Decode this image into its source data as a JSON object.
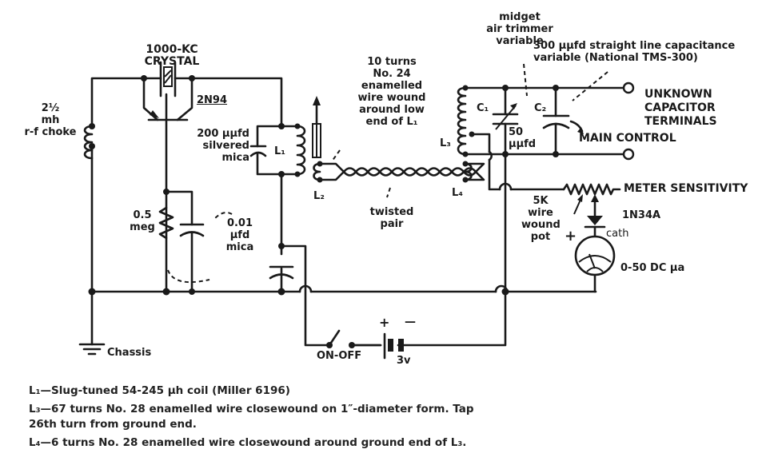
{
  "diagram": {
    "type": "circuit-schematic",
    "labels": {
      "crystal": "1000-KC CRYSTAL",
      "transistor": "2N94",
      "choke_1": "2½",
      "choke_2": "mh",
      "choke_3": "r-f choke",
      "cap200_1": "200 µµfd",
      "cap200_2": "silvered",
      "cap200_3": "mica",
      "l1": "L₁",
      "l2": "L₂",
      "l3": "L₃",
      "l4": "L₄",
      "link_1": "10 turns",
      "link_2": "No. 24",
      "link_3": "enamelled",
      "link_4": "wire wound",
      "link_5": "around low",
      "link_6": "end of L₁",
      "twisted_1": "twisted",
      "twisted_2": "pair",
      "trimmer_1": "midget",
      "trimmer_2": "air trimmer",
      "trimmer_3": "variable",
      "c2desc_1": "300 µµfd straight line capacitance",
      "c2desc_2": "variable (National TMS-300)",
      "c1": "C₁",
      "c2": "C₂",
      "c1_val_1": "50",
      "c1_val_2": "µµfd",
      "unknown_1": "UNKNOWN",
      "unknown_2": "CAPACITOR",
      "unknown_3": "TERMINALS",
      "main_control": "MAIN CONTROL",
      "meter_sens": "METER SENSITIVITY",
      "pot_1": "5K",
      "pot_2": "wire",
      "pot_3": "wound",
      "pot_4": "pot",
      "diode": "1N34A",
      "cath": "cath",
      "plus": "+",
      "meter": "0-50 DC µa",
      "res_1": "0.5",
      "res_2": "meg",
      "cap01_1": "0.01",
      "cap01_2": "µfd",
      "cap01_3": "mica",
      "chassis": "Chassis",
      "onoff": "ON-OFF",
      "batt_plus": "+",
      "batt_minus": "—",
      "batt_v": "3v"
    },
    "notes": [
      "L₁—Slug-tuned 54-245 µh coil (Miller 6196)",
      "L₃—67 turns No. 28 enamelled wire closewound on 1″-diameter form. Tap 26th turn from ground end.",
      "L₄—6 turns No. 28 enamelled wire closewound around ground end of L₃."
    ]
  }
}
